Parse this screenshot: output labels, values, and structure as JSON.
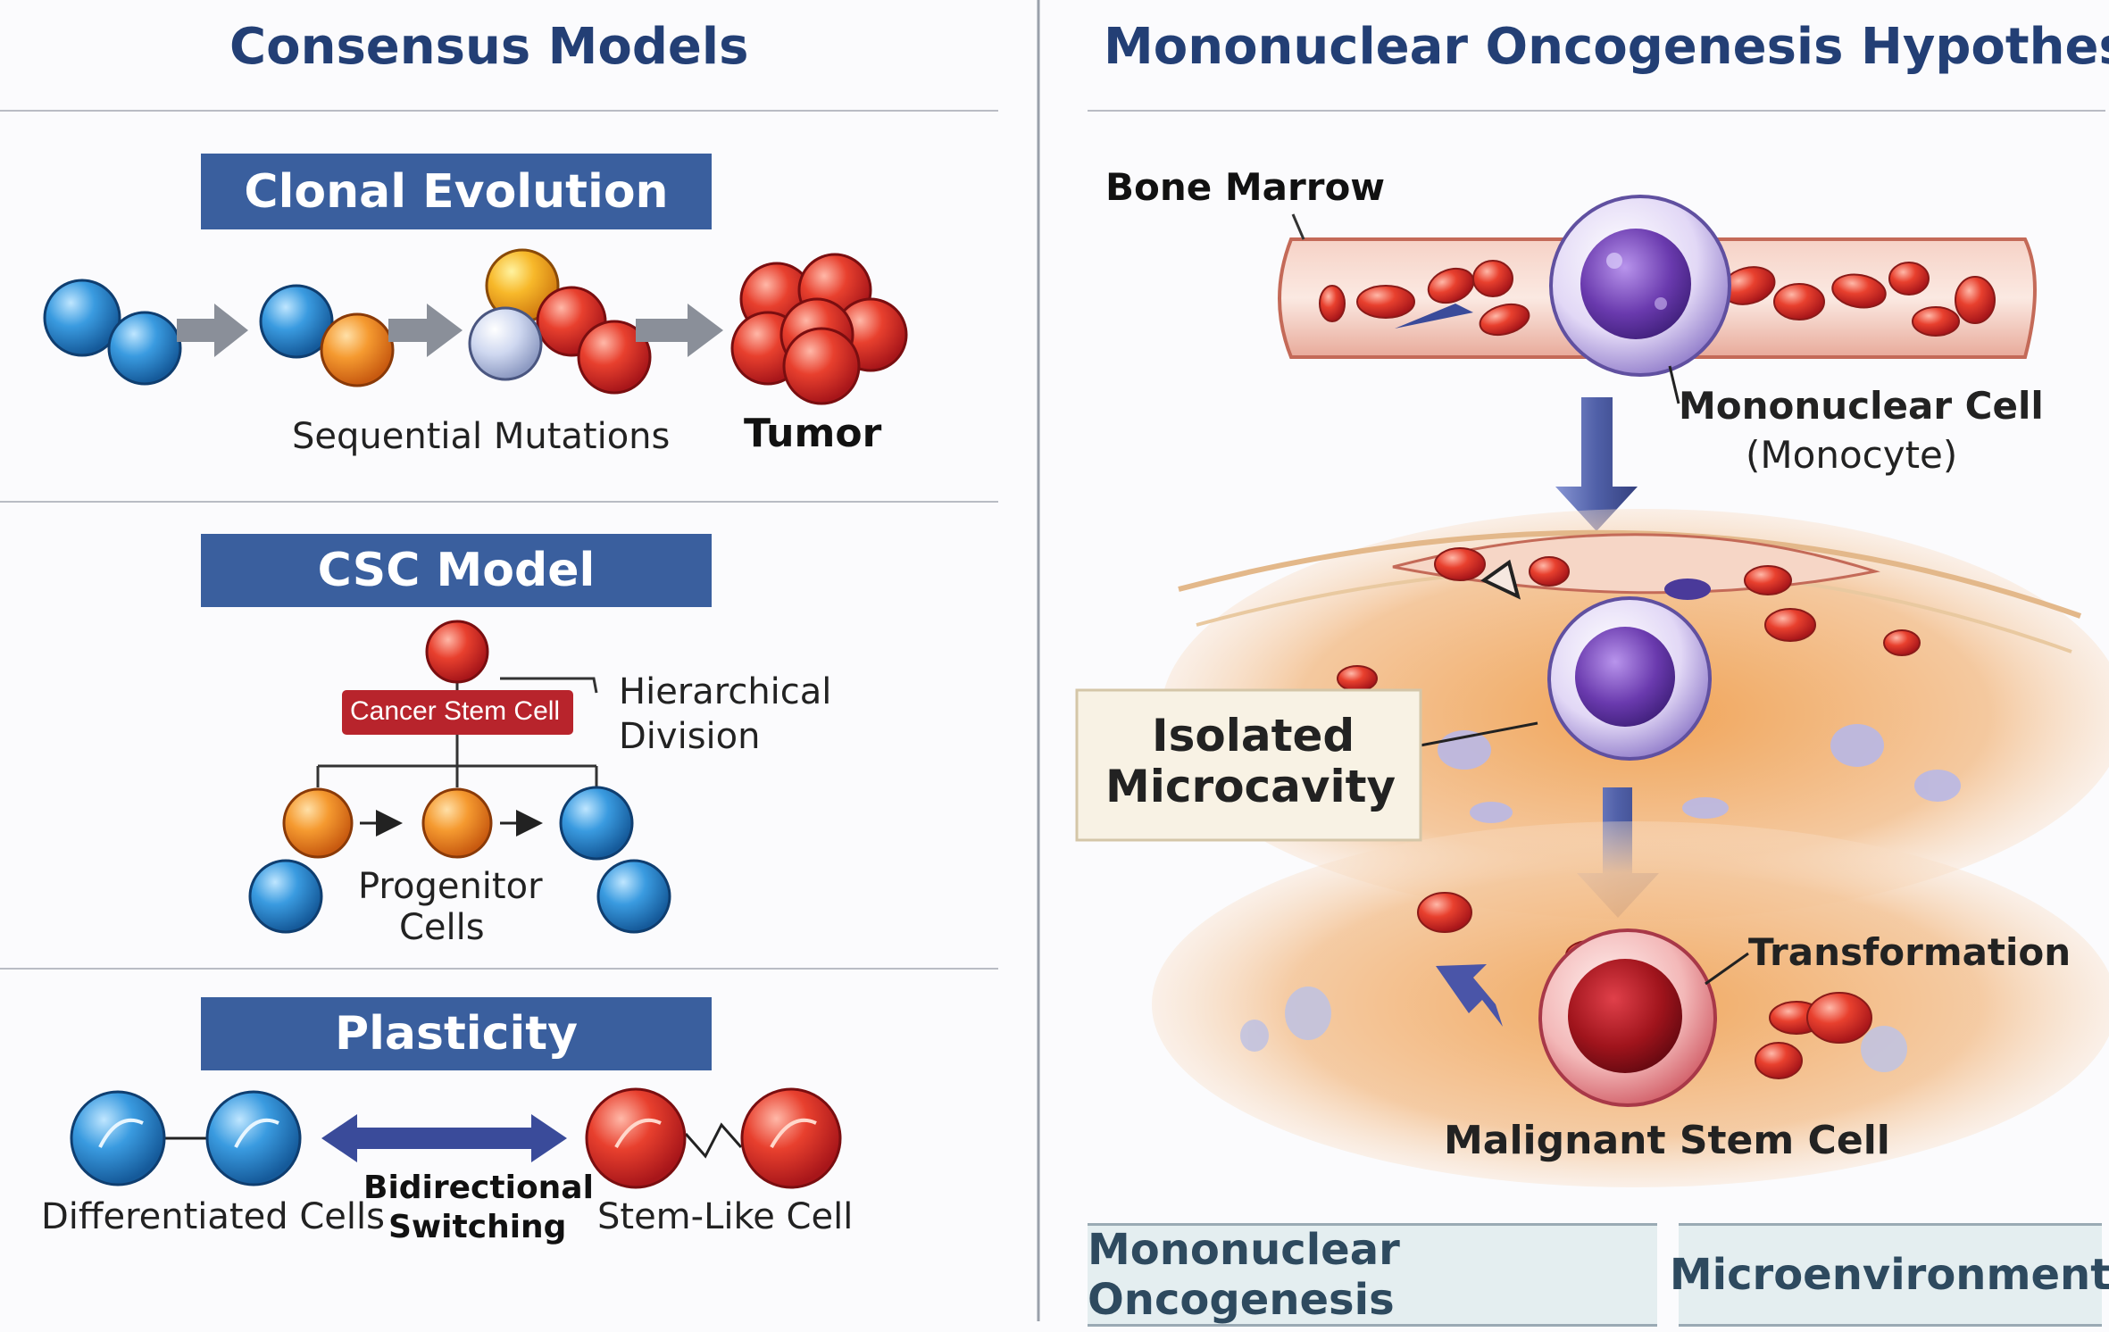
{
  "left": {
    "title": "Consensus Models",
    "clonal": {
      "title": "Clonal Evolution",
      "caption": "Sequential Mutations",
      "tumor": "Tumor"
    },
    "csc": {
      "title": "CSC Model",
      "stem_label": "Cancer Stem Cell",
      "hierarchy_label": [
        "Hierarchical",
        "Division"
      ],
      "progenitor_label": [
        "Progenitor",
        "Cells"
      ]
    },
    "plasticity": {
      "title": "Plasticity",
      "left_label": "Differentiated Cells",
      "middle_label": [
        "Bidirectional",
        "Switching"
      ],
      "right_label": "Stem-Like Cell"
    }
  },
  "right": {
    "title": "Mononuclear Oncogenesis Hypothesis",
    "bone_marrow": "Bone Marrow",
    "mononuclear_cell": [
      "Mononuclear Cell",
      "(Monocyte)"
    ],
    "isolated_microcavity": [
      "Isolated",
      "Microcavity"
    ],
    "transformation": "Transformation",
    "malignant_stem_cell": "Malignant Stem Cell",
    "tabs": [
      "Mononuclear Oncogenesis",
      "Microenvironment"
    ]
  },
  "colors": {
    "title": "#233f75",
    "band": "#3a5f9e",
    "arrow": "#4a5aa0",
    "blue_cell": "#2f8fd0",
    "orange_cell": "#f08a28",
    "red_cell": "#e0342e",
    "purple_cell": "#7c4cc0"
  }
}
